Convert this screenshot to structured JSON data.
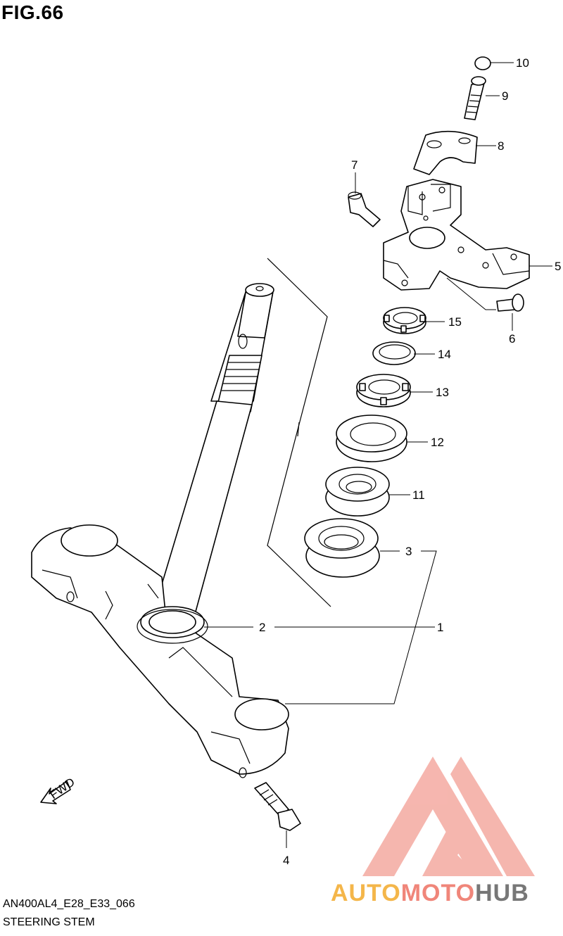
{
  "figure": {
    "title": "FIG.66"
  },
  "callouts": [
    "1",
    "2",
    "3",
    "4",
    "5",
    "6",
    "7",
    "8",
    "9",
    "10",
    "11",
    "12",
    "13",
    "14",
    "15"
  ],
  "fwd_label": "FWD",
  "footer": {
    "model_code": "AN400AL4_E28_E33_066",
    "section_name": "STEERING STEM"
  },
  "watermark": {
    "part1": "AUTO",
    "part2": "MOTO",
    "part3": "HUB",
    "colors": [
      "#f4b64a",
      "#f0867a",
      "#777777"
    ]
  }
}
